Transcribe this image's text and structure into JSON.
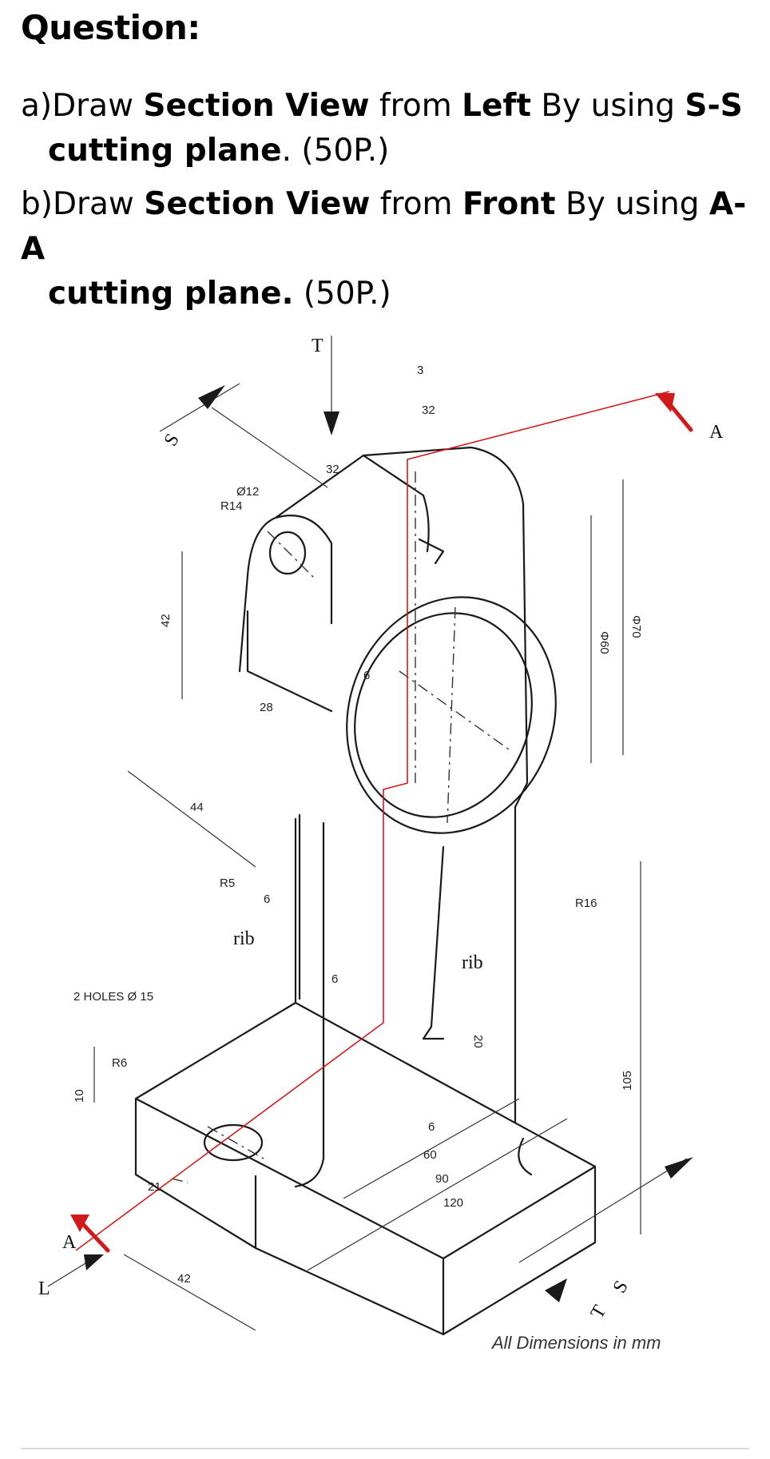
{
  "heading": "Question:",
  "questions": [
    {
      "prefix": "a)Draw ",
      "b1": "Section View",
      "t1": " from ",
      "b2": "Left",
      "t2": " By using ",
      "b3": "S-S",
      "b4": "cutting plane",
      "t3": ". (50P.)"
    },
    {
      "prefix": "b)Draw ",
      "b1": "Section View",
      "t1": " from ",
      "b2": "Front",
      "t2": " By using ",
      "b3": "A-A",
      "b4": "cutting plane.",
      "t3": " (50P.)"
    }
  ],
  "drawing": {
    "section_labels": {
      "a_top": "A",
      "a_bottom": "A",
      "s_top": "S",
      "s_bottom": "S",
      "t_top": "T",
      "t_bottom": "T",
      "l_left": "L"
    },
    "dims": {
      "d3": "3",
      "d32a": "32",
      "d32b": "32",
      "dia12": "Ø12",
      "r14": "R14",
      "d42": "42",
      "d28": "28",
      "d6a": "6",
      "dia60": "Φ60",
      "dia70": "Φ70",
      "d44": "44",
      "r5": "R5",
      "d6b": "6",
      "d6c": "6",
      "r16": "R16",
      "holes": "2 HOLES  Ø 15",
      "r6": "R6",
      "d10": "10",
      "d20": "20",
      "d105": "105",
      "d6d": "6",
      "d60": "60",
      "d90": "90",
      "d120": "120",
      "d21": "21",
      "d42b": "42"
    },
    "rib_left": "rib",
    "rib_right": "rib",
    "cut_color": "#d11a1a"
  },
  "footer_note": "All Dimensions in mm"
}
